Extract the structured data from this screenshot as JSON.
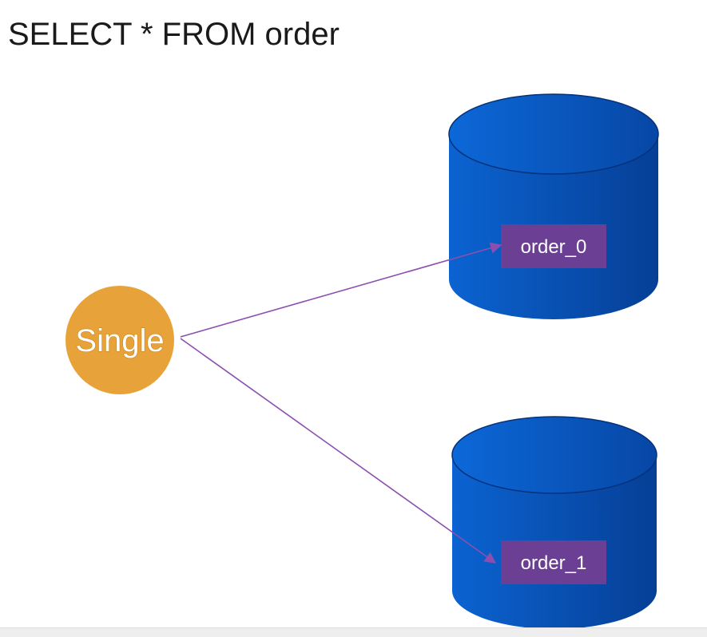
{
  "title": "SELECT * FROM order",
  "source_node": {
    "label": "Single",
    "color": "#E8A23A"
  },
  "databases": [
    {
      "table_label": "order_0"
    },
    {
      "table_label": "order_1"
    }
  ],
  "colors": {
    "database_light": "#0B5FC9",
    "database_dark": "#053E93",
    "table_box": "#6A3F94",
    "arrow": "#8A4FAF"
  }
}
